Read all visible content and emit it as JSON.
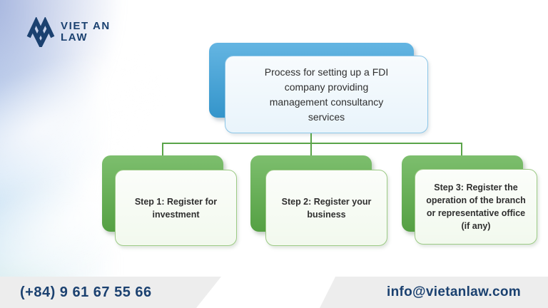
{
  "logo": {
    "line1": "VIET AN",
    "line2": "LAW",
    "icon": "vietan-monogram"
  },
  "diagram": {
    "title": "Process for setting up a FDI company providing management consultancy services",
    "steps": [
      {
        "label": "Step 1: Register for investment"
      },
      {
        "label": "Step 2: Register your business"
      },
      {
        "label": "Step 3: Register the operation of the branch or representative office (if any)"
      }
    ]
  },
  "footer": {
    "phone": "(+84) 9 61 67 55 66",
    "email": "info@vietanlaw.com"
  },
  "colors": {
    "navy": "#1b4170",
    "root_back": "#38a0da",
    "root_front_bg": "#e9f4fb",
    "root_front_border": "#8cc6e8",
    "step_back": "#5cae49",
    "step_front_bg": "#f2f9ee",
    "step_front_border": "#9ccb85",
    "connector": "#5aa449",
    "footer_bg": "#ededed",
    "text_dark": "#2f2f2f"
  }
}
